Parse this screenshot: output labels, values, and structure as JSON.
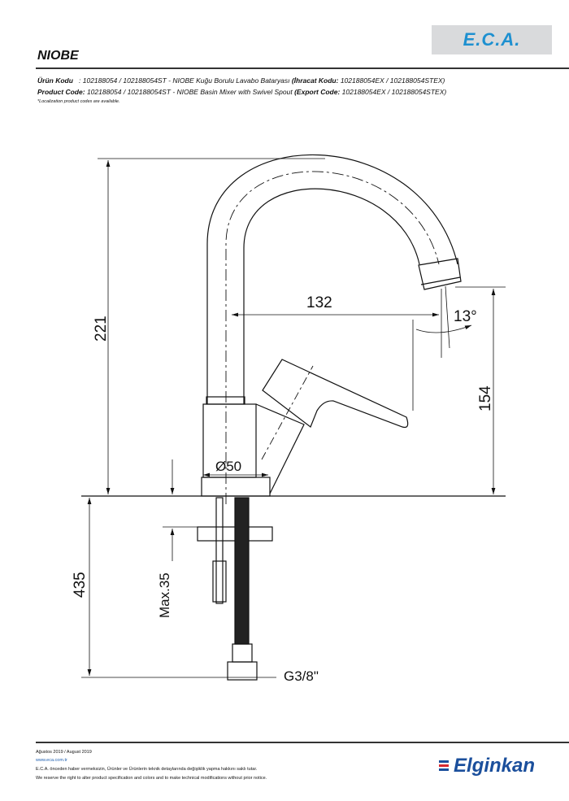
{
  "header": {
    "brand_logo": "E.C.A.",
    "product_name": "NIOBE"
  },
  "codes": {
    "tr_label": "Ürün Kodu",
    "tr_text": ": 102188054 / 102188054ST - NIOBE Kuğu Borulu Lavabo Bataryası",
    "tr_export_label": "(İhracat Kodu:",
    "tr_export_text": "102188054EX / 102188054STEX)",
    "en_label": "Product Code:",
    "en_text": "102188054 / 102188054ST - NIOBE Basin Mixer with Swivel Spout",
    "en_export_label": "(Export Code:",
    "en_export_text": "102188054EX / 102188054STEX)",
    "note": "*Localization product codes are available."
  },
  "drawing": {
    "dim_height_total": "221",
    "dim_reach": "132",
    "dim_angle": "13°",
    "dim_spout_height": "154",
    "dim_diameter": "Ø50",
    "dim_below_counter": "435",
    "dim_max_thickness": "Max.35",
    "dim_connection": "G3/8\""
  },
  "footer": {
    "date": "Ağustos 2019 / August 2019",
    "website": "www.eca.com.tr",
    "disclaimer_tr": "E.C.A. önceden haber vermeksizin, Ürünler ve Ürünlerin teknik detaylarında değişiklik yapma hakkını saklı tutar.",
    "disclaimer_en": "We reserve the right to alter product specification and colors and to make technical modifications without prior notice.",
    "partner_logo": "Elginkan"
  }
}
